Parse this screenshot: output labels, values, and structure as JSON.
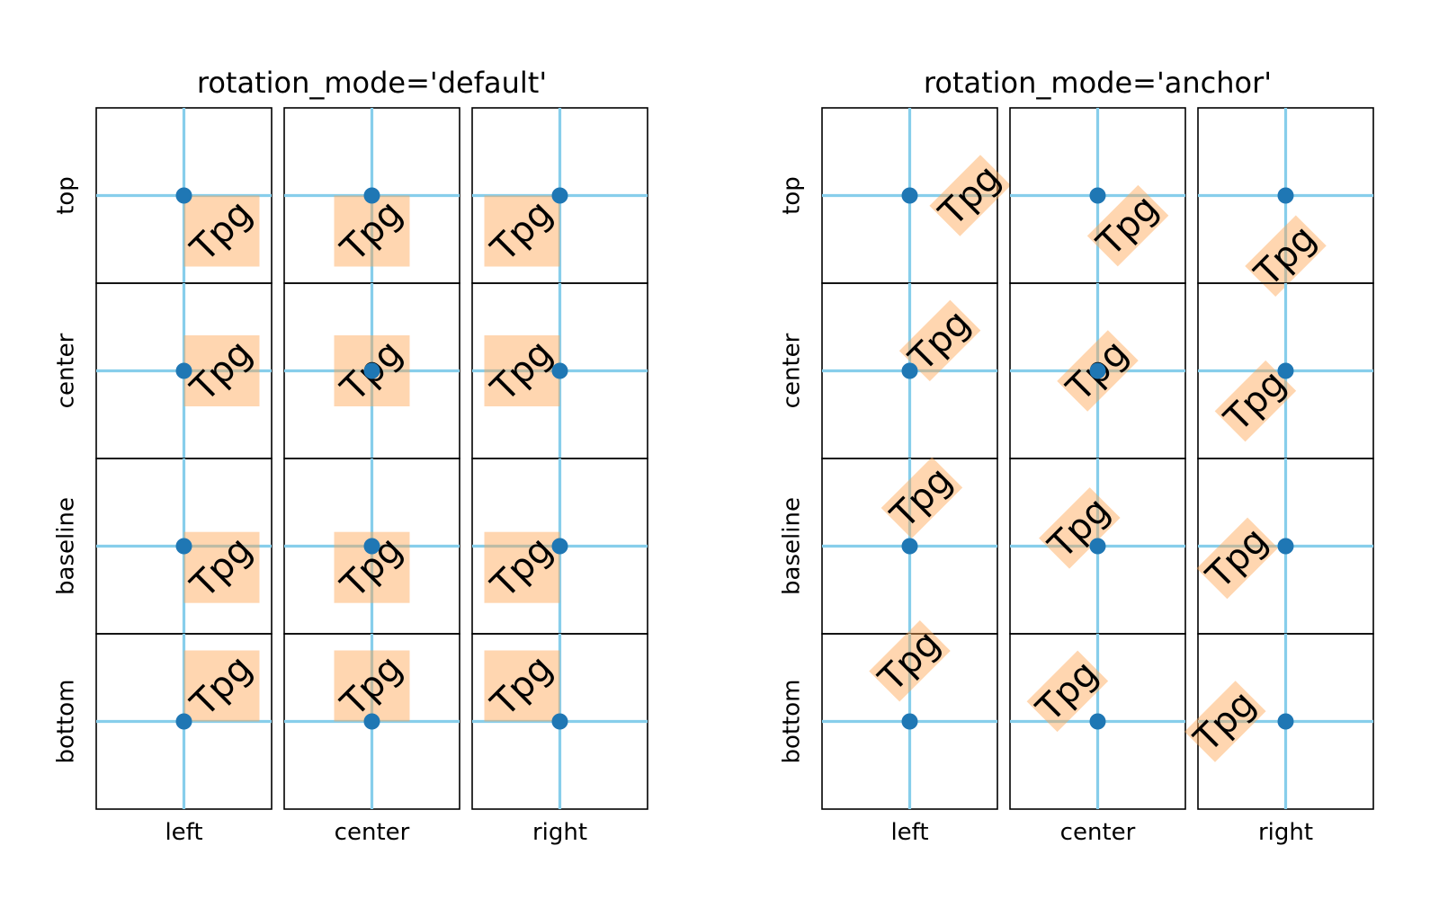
{
  "chart_data": {
    "type": "grid-illustration",
    "sample_text": "Tpg",
    "rotation_deg": 45,
    "colors": {
      "guide_lines": "#87ceeb",
      "anchor_point": "#1f77b4",
      "text_bbox": "#ffa54f",
      "frame": "#000000",
      "text": "#000000"
    },
    "panels": [
      {
        "title": "rotation_mode='default'",
        "rotation_mode": "default",
        "columns": [
          "left",
          "center",
          "right"
        ],
        "rows": [
          "top",
          "center",
          "baseline",
          "bottom"
        ]
      },
      {
        "title": "rotation_mode='anchor'",
        "rotation_mode": "anchor",
        "columns": [
          "left",
          "center",
          "right"
        ],
        "rows": [
          "top",
          "center",
          "baseline",
          "bottom"
        ]
      }
    ]
  }
}
